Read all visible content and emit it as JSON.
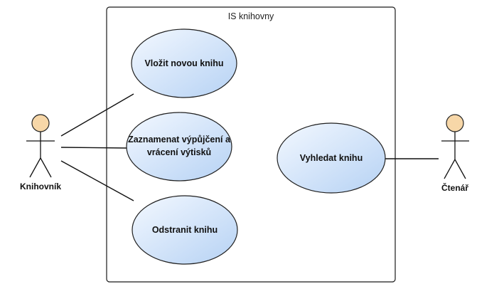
{
  "system": {
    "title": "IS knihovny"
  },
  "actors": {
    "librarian": "Knihovník",
    "reader": "Čtenář"
  },
  "use_cases": {
    "add_book": "Vložit novou knihu",
    "record_loan": "Zaznamenat výpůjčení a\nvrácení výtisků",
    "remove_book": "Odstranit knihu",
    "search_book": "Vyhledat knihu"
  },
  "colors": {
    "ellipse_fill_light": "#eef5fe",
    "ellipse_fill_dark": "#b9d5f5",
    "ellipse_stroke": "#1f1f1f",
    "actor_head_fill": "#f7d7a8",
    "line": "#111111"
  }
}
